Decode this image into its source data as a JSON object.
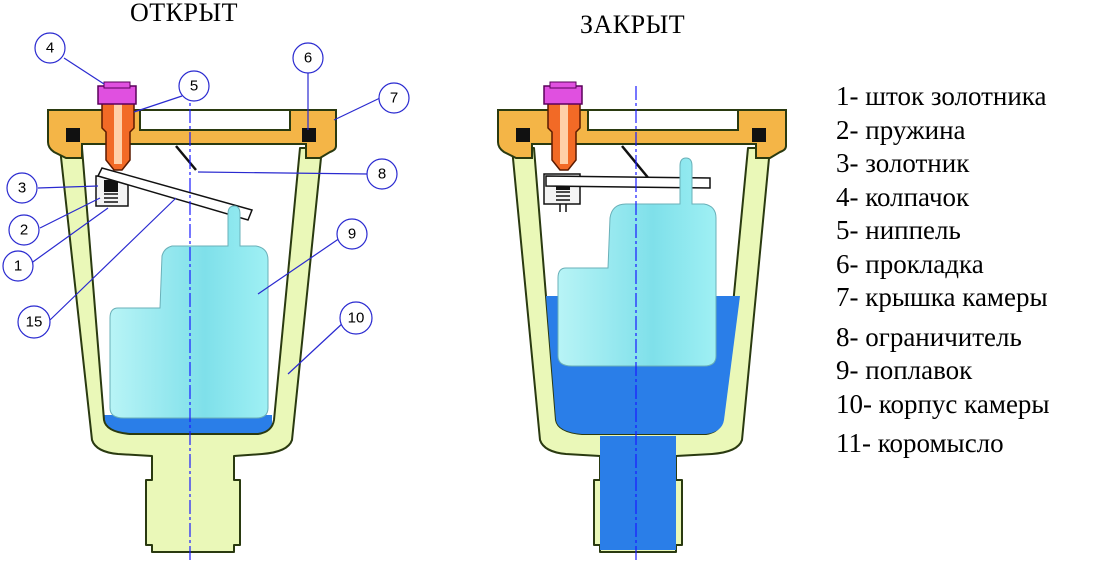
{
  "titles": {
    "open": "ОТКРЫТ",
    "closed": "ЗАКРЫТ"
  },
  "callouts": [
    "4",
    "5",
    "6",
    "7",
    "8",
    "3",
    "2",
    "1",
    "15",
    "9",
    "10"
  ],
  "legend": [
    "1- шток золотника",
    "2- пружина",
    "3- золотник",
    "4- колпачок",
    "5- ниппель",
    "6- прокладка",
    "7- крышка  камеры",
    "8- ограничитель",
    "9- поплавок",
    "10- корпус камеры",
    "11- коромысло"
  ],
  "colors": {
    "lid": "#f4b547",
    "body_fill": "#eaf8b8",
    "body_stroke": "#2a3a10",
    "water": "#2a7ee8",
    "float": "#8fe8f0",
    "nipple": "#f26a26",
    "cap": "#e050e0",
    "axis": "#1a1aff",
    "callout": "#2a2ad0"
  }
}
